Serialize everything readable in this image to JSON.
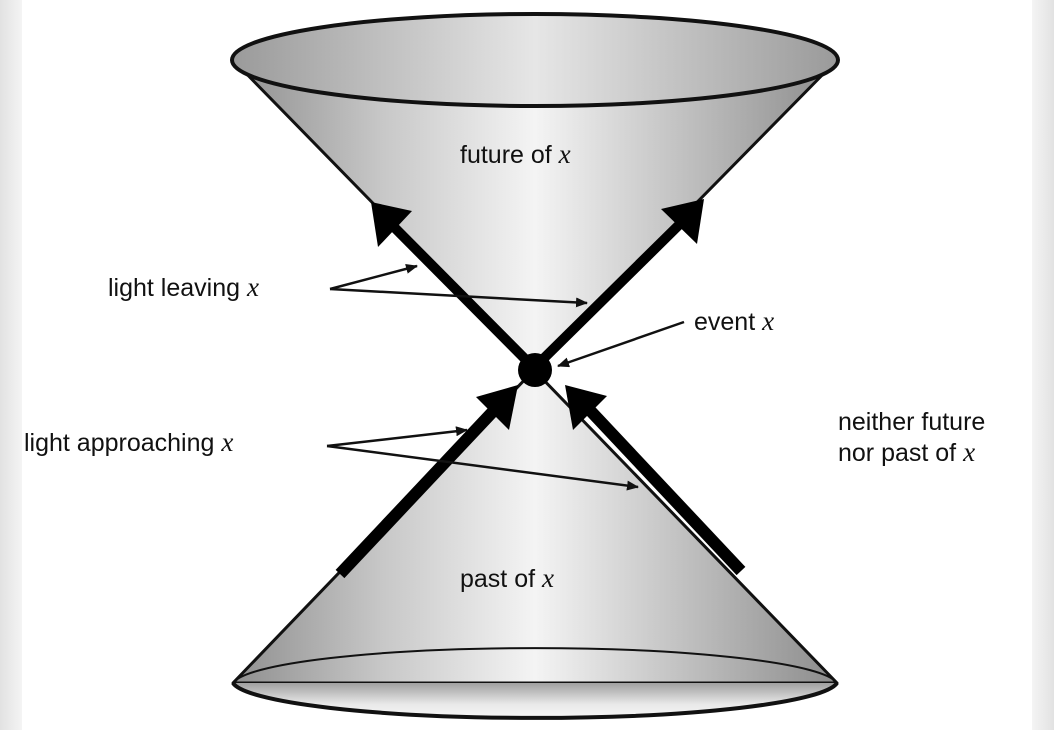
{
  "labels": {
    "future": {
      "text": "future of ",
      "var": "x"
    },
    "past": {
      "text": "past of ",
      "var": "x"
    },
    "light_leaving": {
      "text": "light leaving ",
      "var": "x"
    },
    "event": {
      "text": "event ",
      "var": "x"
    },
    "light_approaching": {
      "text": "light approaching ",
      "var": "x"
    },
    "neither_line1": "neither future",
    "neither_line2": {
      "text": "nor past of ",
      "var": "x"
    }
  },
  "colors": {
    "outline": "#111111",
    "cone_light": "#f2f2f2",
    "cone_dark": "#8a8a8a",
    "frame": "#e6e6e6"
  }
}
